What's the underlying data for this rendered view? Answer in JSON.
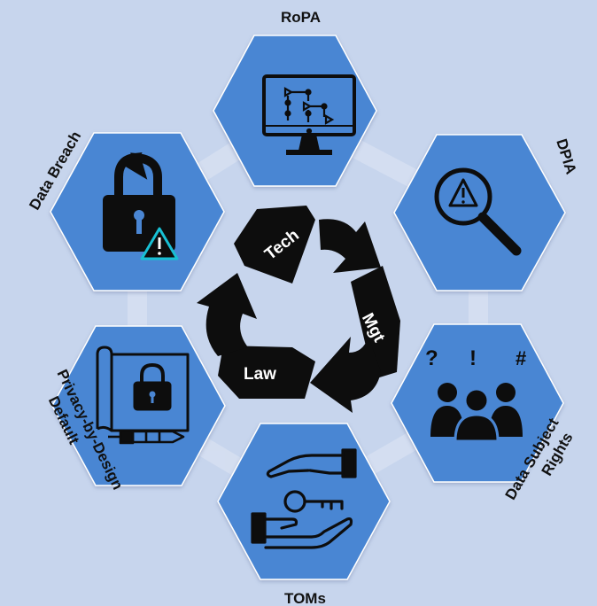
{
  "segments": [
    {
      "key": "ropa",
      "label": "RoPA",
      "icon": "monitor-flowchart-icon"
    },
    {
      "key": "dpia",
      "label": "DPIA",
      "icon": "magnifier-warning-icon"
    },
    {
      "key": "dsr",
      "label_lines": [
        "Data Subject",
        "Rights"
      ],
      "icon": "people-questions-icon"
    },
    {
      "key": "toms",
      "label": "TOMs",
      "icon": "hands-key-icon"
    },
    {
      "key": "pbd",
      "label_lines": [
        "Privacy-by-Design",
        "Default"
      ],
      "icon": "blueprint-lock-icon"
    },
    {
      "key": "breach",
      "label": "Data Breach",
      "icon": "broken-lock-warning-icon"
    }
  ],
  "cycle": {
    "tech": "Tech",
    "mgt": "Mgt",
    "law": "Law"
  },
  "symbols": {
    "q": "?",
    "ex": "!",
    "hash": "#"
  },
  "colors": {
    "background": "#c7d5ed",
    "hexagon": "#4a86d3",
    "hexagon_stroke": "#ffffff",
    "ink": "#0d0d0d"
  }
}
